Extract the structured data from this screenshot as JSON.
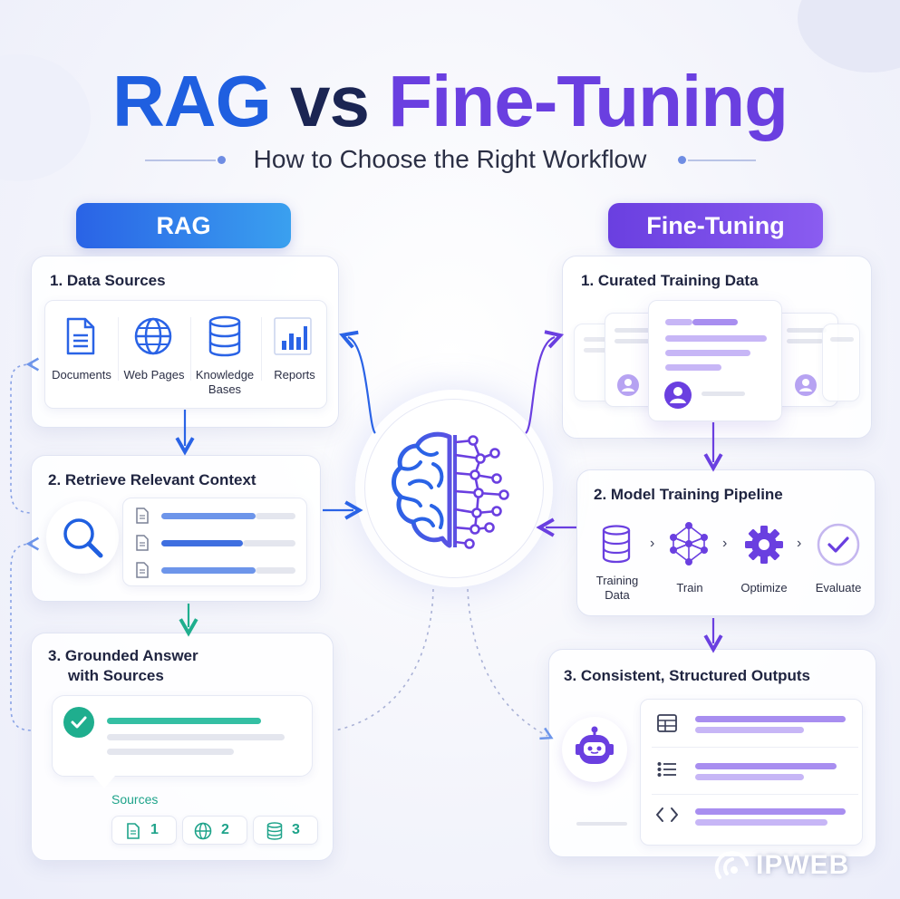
{
  "title": {
    "part1": "RAG",
    "part2": "vs",
    "part3": "Fine-Tuning"
  },
  "subtitle": "How to Choose the Right Workflow",
  "rag": {
    "header": "RAG",
    "step1": {
      "title": "1. Data Sources",
      "items": [
        "Documents",
        "Web Pages",
        "Knowledge\nBases",
        "Reports"
      ]
    },
    "step2": {
      "title": "2. Retrieve Relevant Context"
    },
    "step3": {
      "title_line1": "3. Grounded Answer",
      "title_line2": "with Sources",
      "sources_label": "Sources",
      "sources": [
        "1",
        "2",
        "3"
      ]
    }
  },
  "finetuning": {
    "header": "Fine-Tuning",
    "step1": {
      "title": "1. Curated Training Data"
    },
    "step2": {
      "title": "2. Model Training Pipeline",
      "stages": [
        "Training\nData",
        "Train",
        "Optimize",
        "Evaluate"
      ]
    },
    "step3": {
      "title": "3. Consistent, Structured Outputs"
    }
  },
  "watermark": "IPWEB",
  "colors": {
    "rag_blue": "#2a63e6",
    "ft_purple": "#6a3fe0",
    "teal": "#34bfa3"
  }
}
